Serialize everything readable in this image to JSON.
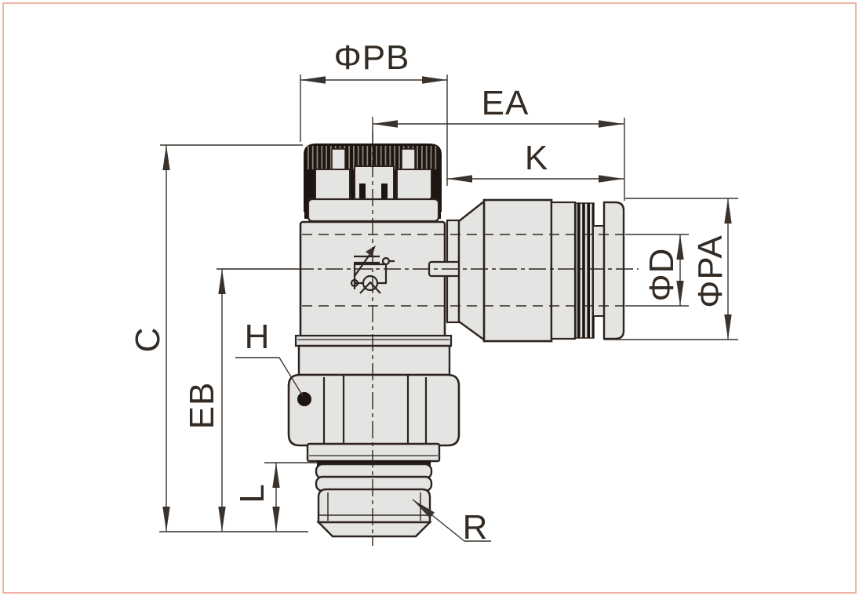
{
  "drawing": {
    "labels": {
      "phi_pb": "ΦPB",
      "ea": "EA",
      "k": "K",
      "c": "C",
      "eb": "EB",
      "h": "H",
      "l": "L",
      "r": "R",
      "phi_d": "ΦD",
      "phi_pa": "ΦPA"
    },
    "colors": {
      "outline": "#2e241f",
      "part-fill": "#e4e4e2",
      "knob": "#1d1511",
      "dim": "#3a322c",
      "text": "#332b24",
      "frame": "#f0b3a7",
      "background": "#ffffff"
    }
  }
}
